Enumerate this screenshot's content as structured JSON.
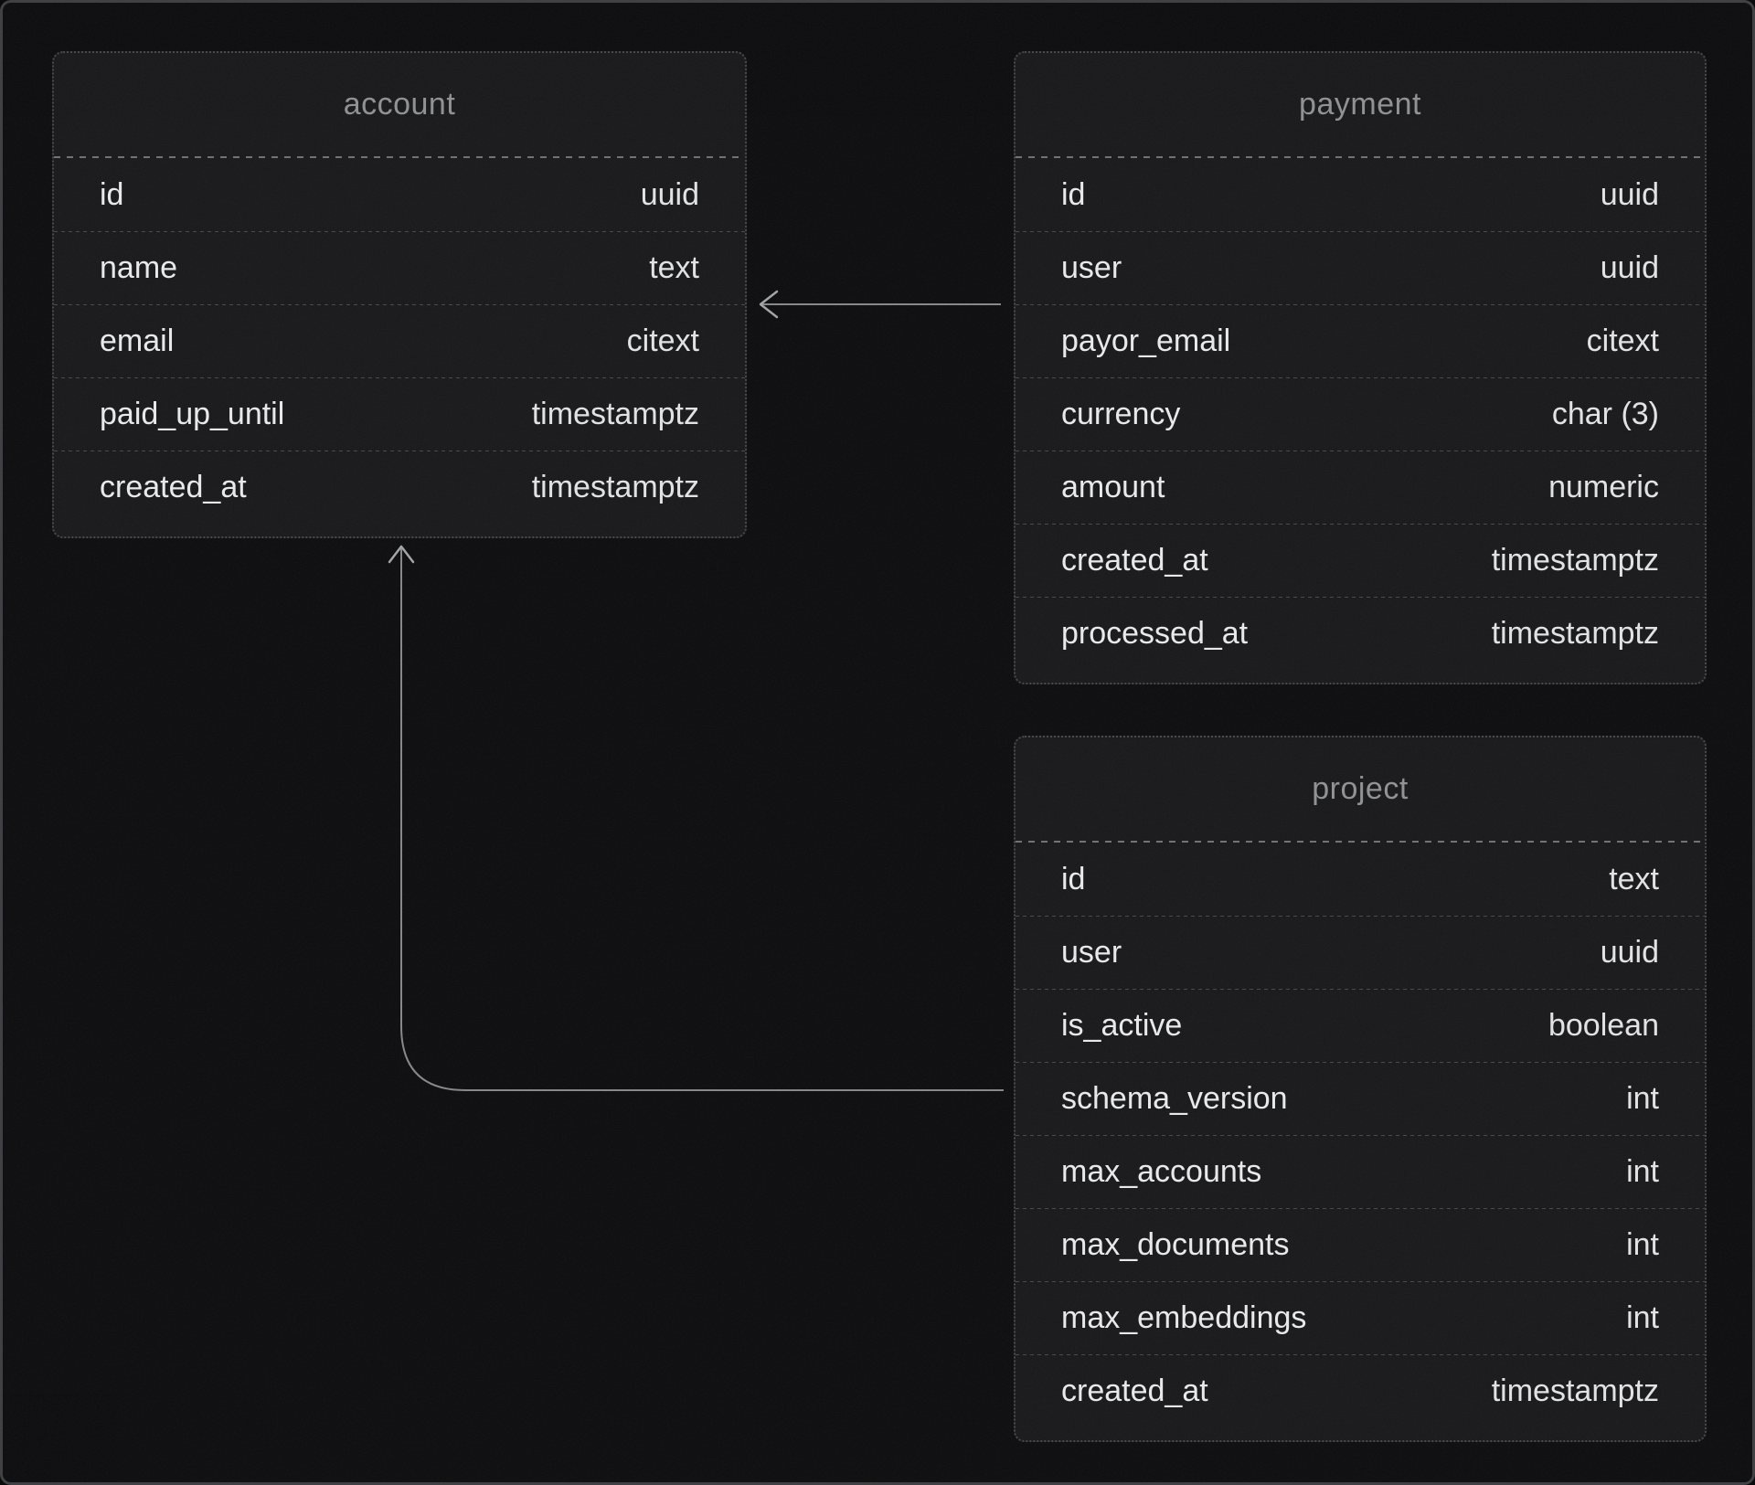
{
  "tables": [
    {
      "name": "account",
      "columns": [
        {
          "name": "id",
          "type": "uuid"
        },
        {
          "name": "name",
          "type": "text"
        },
        {
          "name": "email",
          "type": "citext"
        },
        {
          "name": "paid_up_until",
          "type": "timestamptz"
        },
        {
          "name": "created_at",
          "type": "timestamptz"
        }
      ]
    },
    {
      "name": "payment",
      "columns": [
        {
          "name": "id",
          "type": "uuid"
        },
        {
          "name": "user",
          "type": "uuid"
        },
        {
          "name": "payor_email",
          "type": "citext"
        },
        {
          "name": "currency",
          "type": "char (3)"
        },
        {
          "name": "amount",
          "type": "numeric"
        },
        {
          "name": "created_at",
          "type": "timestamptz"
        },
        {
          "name": "processed_at",
          "type": "timestamptz"
        }
      ]
    },
    {
      "name": "project",
      "columns": [
        {
          "name": "id",
          "type": "text"
        },
        {
          "name": "user",
          "type": "uuid"
        },
        {
          "name": "is_active",
          "type": "boolean"
        },
        {
          "name": "schema_version",
          "type": "int"
        },
        {
          "name": "max_accounts",
          "type": "int"
        },
        {
          "name": "max_documents",
          "type": "int"
        },
        {
          "name": "max_embeddings",
          "type": "int"
        },
        {
          "name": "created_at",
          "type": "timestamptz"
        }
      ]
    }
  ],
  "relations": [
    {
      "from": "payment",
      "to": "account"
    },
    {
      "from": "project",
      "to": "account"
    }
  ],
  "colors": {
    "page_bg": "#0d0d0f",
    "table_bg": "#19191b",
    "table_border": "#46474d",
    "header_text": "#8f9195",
    "row_text": "#e9eaec",
    "header_separator": "#6f7175",
    "connector_line": "#85878c",
    "connector_arrow": "#a2a4a8"
  }
}
